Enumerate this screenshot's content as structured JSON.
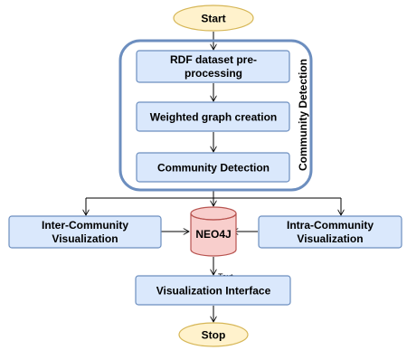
{
  "nodes": {
    "start": "Start",
    "rdf_line1": "RDF dataset pre-",
    "rdf_line2": "processing",
    "weighted": "Weighted graph creation",
    "community_detection": "Community Detection",
    "group_label": "Community Detection",
    "inter_line1": "Inter-Community",
    "inter_line2": "Visualization",
    "neo4j": "NEO4J",
    "intra_line1": "Intra-Community",
    "intra_line2": "Visualization",
    "visualization_interface": "Visualization Interface",
    "stop": "Stop"
  },
  "edge_labels": {
    "neo4j_to_interface": "Text"
  },
  "colors": {
    "process_fill": "#dae8fc",
    "process_stroke": "#6c8ebf",
    "group_stroke": "#6c8ebf",
    "terminal_fill": "#fff2cc",
    "terminal_stroke": "#d6b656",
    "database_fill": "#f8cecc",
    "database_stroke": "#b85450",
    "edge": "#000000"
  }
}
